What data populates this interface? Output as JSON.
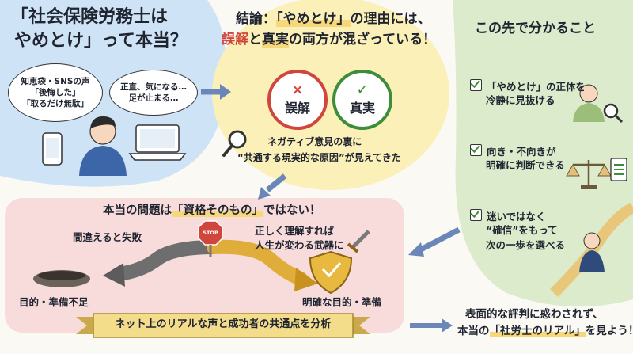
{
  "left_panel": {
    "title_line1": "「社会保険労務士は",
    "title_line2": "やめとけ」って本当？",
    "bubble1_line1": "知恵袋・SNSの声",
    "bubble1_line2": "「後悔した」",
    "bubble1_line3": "「取るだけ無駄」",
    "bubble2_line1": "正直、気になる…",
    "bubble2_line2": "足が止まる…"
  },
  "center_panel": {
    "title_line1_prefix": "結論：",
    "title_line1_highlight": "「やめとけ」",
    "title_line1_suffix": "の理由には、",
    "title_line2_prefix": "誤解",
    "title_line2_mid": "と",
    "title_line2_highlight": "真実",
    "title_line2_suffix": "の両方が混ざっている！",
    "badge_wrong_symbol": "×",
    "badge_wrong_label": "誤解",
    "badge_true_symbol": "✓",
    "badge_true_label": "真実",
    "insight_line1": "ネガティブ意見の裏に",
    "insight_line2": "“共通する現実的な原因”が見えてきた"
  },
  "right_panel": {
    "title": "この先で分かること",
    "items": [
      {
        "line1": "「やめとけ」の正体を",
        "line2": "冷静に見抜ける"
      },
      {
        "line1": "向き・不向きが",
        "line2": "明確に判断できる"
      },
      {
        "line1": "迷いではなく",
        "line2": "“確信”をもって",
        "line3": "次の一歩を選べる"
      }
    ]
  },
  "bottom_panel": {
    "heading_prefix": "本当の問題は",
    "heading_highlight": "「資格そのもの」",
    "heading_suffix": "ではない！",
    "stop_sign": "STOP",
    "left_path_label": "間違えると失敗",
    "left_result": "目的・準備不足",
    "right_path_line1": "正しく理解すれば",
    "right_path_line2": "人生が変わる武器に",
    "right_result": "明確な目的・準備",
    "ribbon": "ネット上のリアルな声と成功者の共通点を分析"
  },
  "footer": {
    "line1": "表面的な評判に惑わされず、",
    "line2_prefix": "本当の",
    "line2_highlight": "「社労士のリアル」",
    "line2_suffix": "を見よう！"
  },
  "colors": {
    "left_bg": "#cfe3f6",
    "center_bg": "#fbf0b8",
    "right_bg": "#dcebcc",
    "bottom_bg": "#f8dcdc",
    "wrong": "#d0453c",
    "true": "#3e8d3a",
    "arrow": "#6b86b8",
    "ribbon": "#f4dd8a"
  }
}
